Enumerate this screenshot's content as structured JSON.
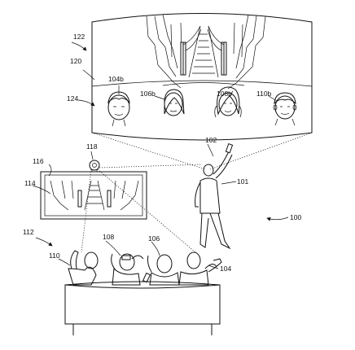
{
  "figure": {
    "reference_numerals": {
      "r100": "100",
      "r101": "101",
      "r102": "102",
      "r104": "104",
      "r104b": "104b",
      "r106": "106",
      "r106b": "106b",
      "r108": "108",
      "r108b": "108b",
      "r110": "110",
      "r110b": "110b",
      "r112": "112",
      "r114": "114",
      "r116": "116",
      "r118": "118",
      "r120": "120",
      "r122": "122",
      "r124": "124"
    }
  }
}
